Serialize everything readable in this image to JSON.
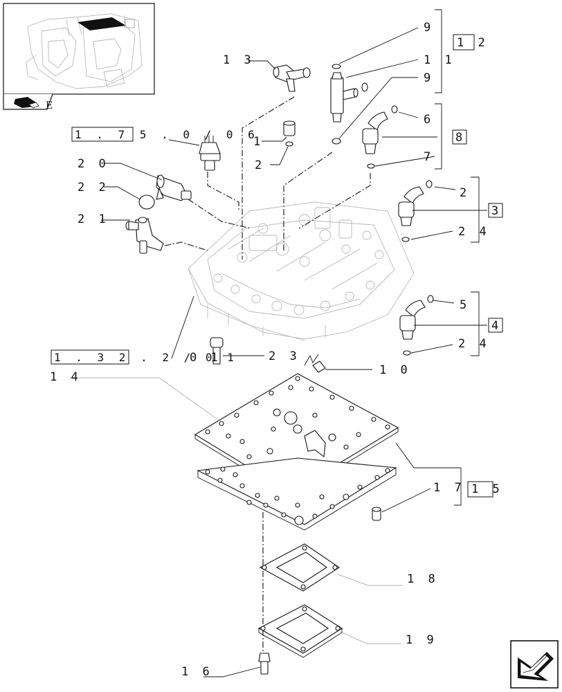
{
  "callouts": {
    "c13": "1 3",
    "c9a": "9",
    "c12": "1 2",
    "c11": "1 1",
    "c9b": "9",
    "c6": "6",
    "c8": "8",
    "c7": "7",
    "c1": "1",
    "c2a": "2",
    "c20": "2 0",
    "c22": "2 2",
    "c21": "2 1",
    "c2b": "2",
    "c3": "3",
    "c24a": "2 4",
    "c5": "5",
    "c4": "4",
    "c24b": "2 4",
    "c01": "0 1",
    "c23": "2 3",
    "c10": "1 0",
    "c14": "1 4",
    "c17": "1 7",
    "c15": "1 5",
    "c18": "1 8",
    "c19": "1 9",
    "c16": "1 6"
  },
  "references": {
    "ref_top": "1 . 7 5 . 0 / 0 6",
    "ref_mid": "1 . 3 2 . 2 / 0 1"
  },
  "thumbnail": {
    "corner_letter": "E"
  },
  "icons": [
    "locator-thumbnail",
    "book-icon",
    "next-page-arrow-icon"
  ]
}
